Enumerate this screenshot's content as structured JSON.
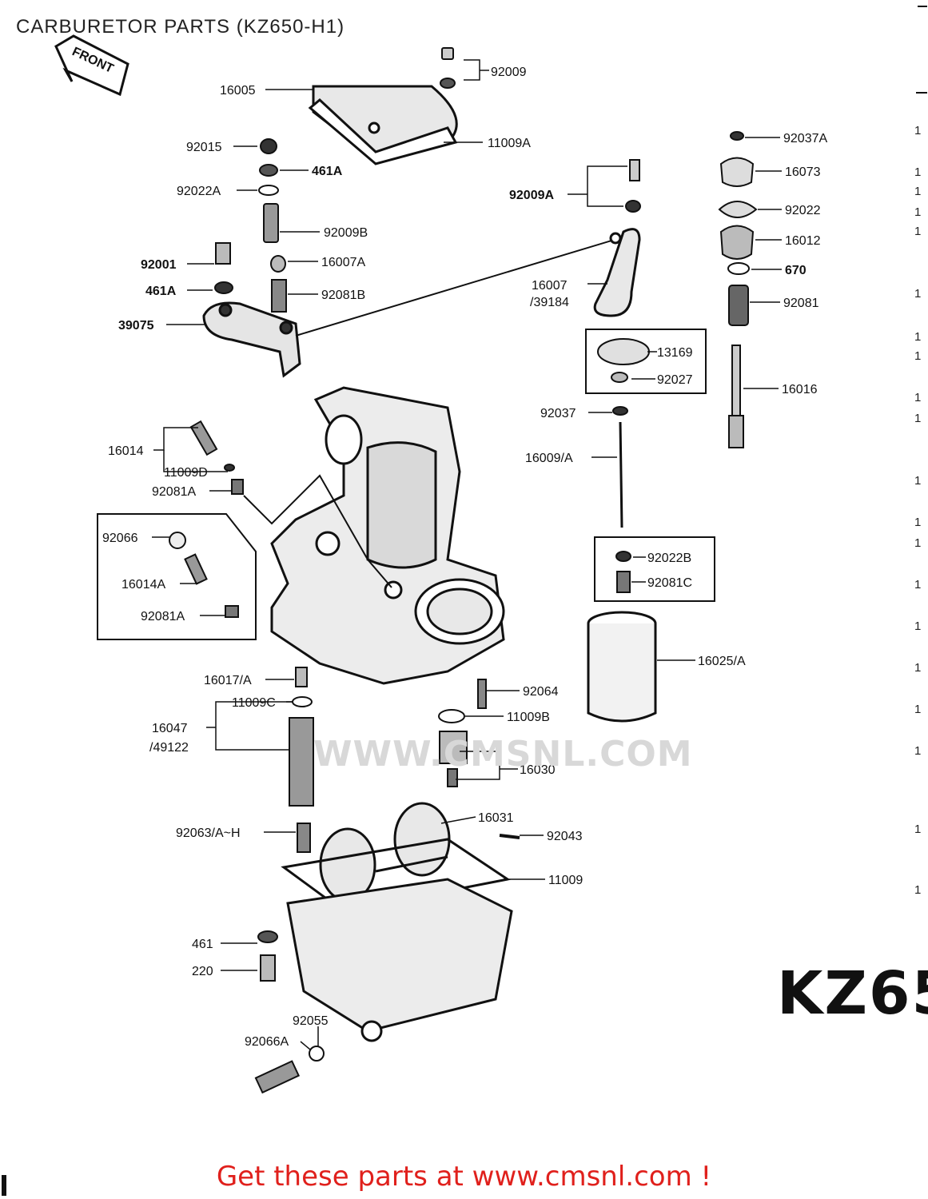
{
  "title": "CARBURETOR PARTS (KZ650-H1)",
  "front_badge": "FRONT",
  "model_mark": "KZ65",
  "watermark": "WWW.CMSNL.COM",
  "promo": "Get these parts at www.cmsnl.com !",
  "callouts": {
    "p92009": "92009",
    "p16005": "16005",
    "p11009A": "11009A",
    "p92015": "92015",
    "p461A_1": "461A",
    "p92022A": "92022A",
    "p92009B": "92009B",
    "p92001": "92001",
    "p16007A": "16007A",
    "p461A_2": "461A",
    "p92081B": "92081B",
    "p39075": "39075",
    "p92009A": "92009A",
    "p16007": "16007",
    "p39184": "/39184",
    "p13169": "13169",
    "p92027": "92027",
    "p92037": "92037",
    "p16009A": "16009/A",
    "p92037A": "92037A",
    "p16073": "16073",
    "p92022": "92022",
    "p16012": "16012",
    "p670": "670",
    "p92081": "92081",
    "p16016": "16016",
    "p16014": "16014",
    "p11009D": "11009D",
    "p92081A": "92081A",
    "p92066": "92066",
    "p16014A": "16014A",
    "p92081A_2": "92081A",
    "p92022B": "92022B",
    "p92081C": "92081C",
    "p16025A": "16025/A",
    "p16017A": "16017/A",
    "p11009C": "11009C",
    "p16047": "16047",
    "p49122": "/49122",
    "p92064": "92064",
    "p11009B": "11009B",
    "p16030": "16030",
    "p16031": "16031",
    "p92043": "92043",
    "p92063": "92063/A~H",
    "p11009": "11009",
    "p461": "461",
    "p220": "220",
    "p92055": "92055",
    "p92066A": "92066A"
  },
  "side_fragments": [
    "1",
    "1",
    "1",
    "1",
    "1",
    "1",
    "1",
    "1",
    "1",
    "1",
    "1",
    "1",
    "1",
    "1",
    "1",
    "1",
    "1",
    "1",
    "1",
    "1"
  ]
}
